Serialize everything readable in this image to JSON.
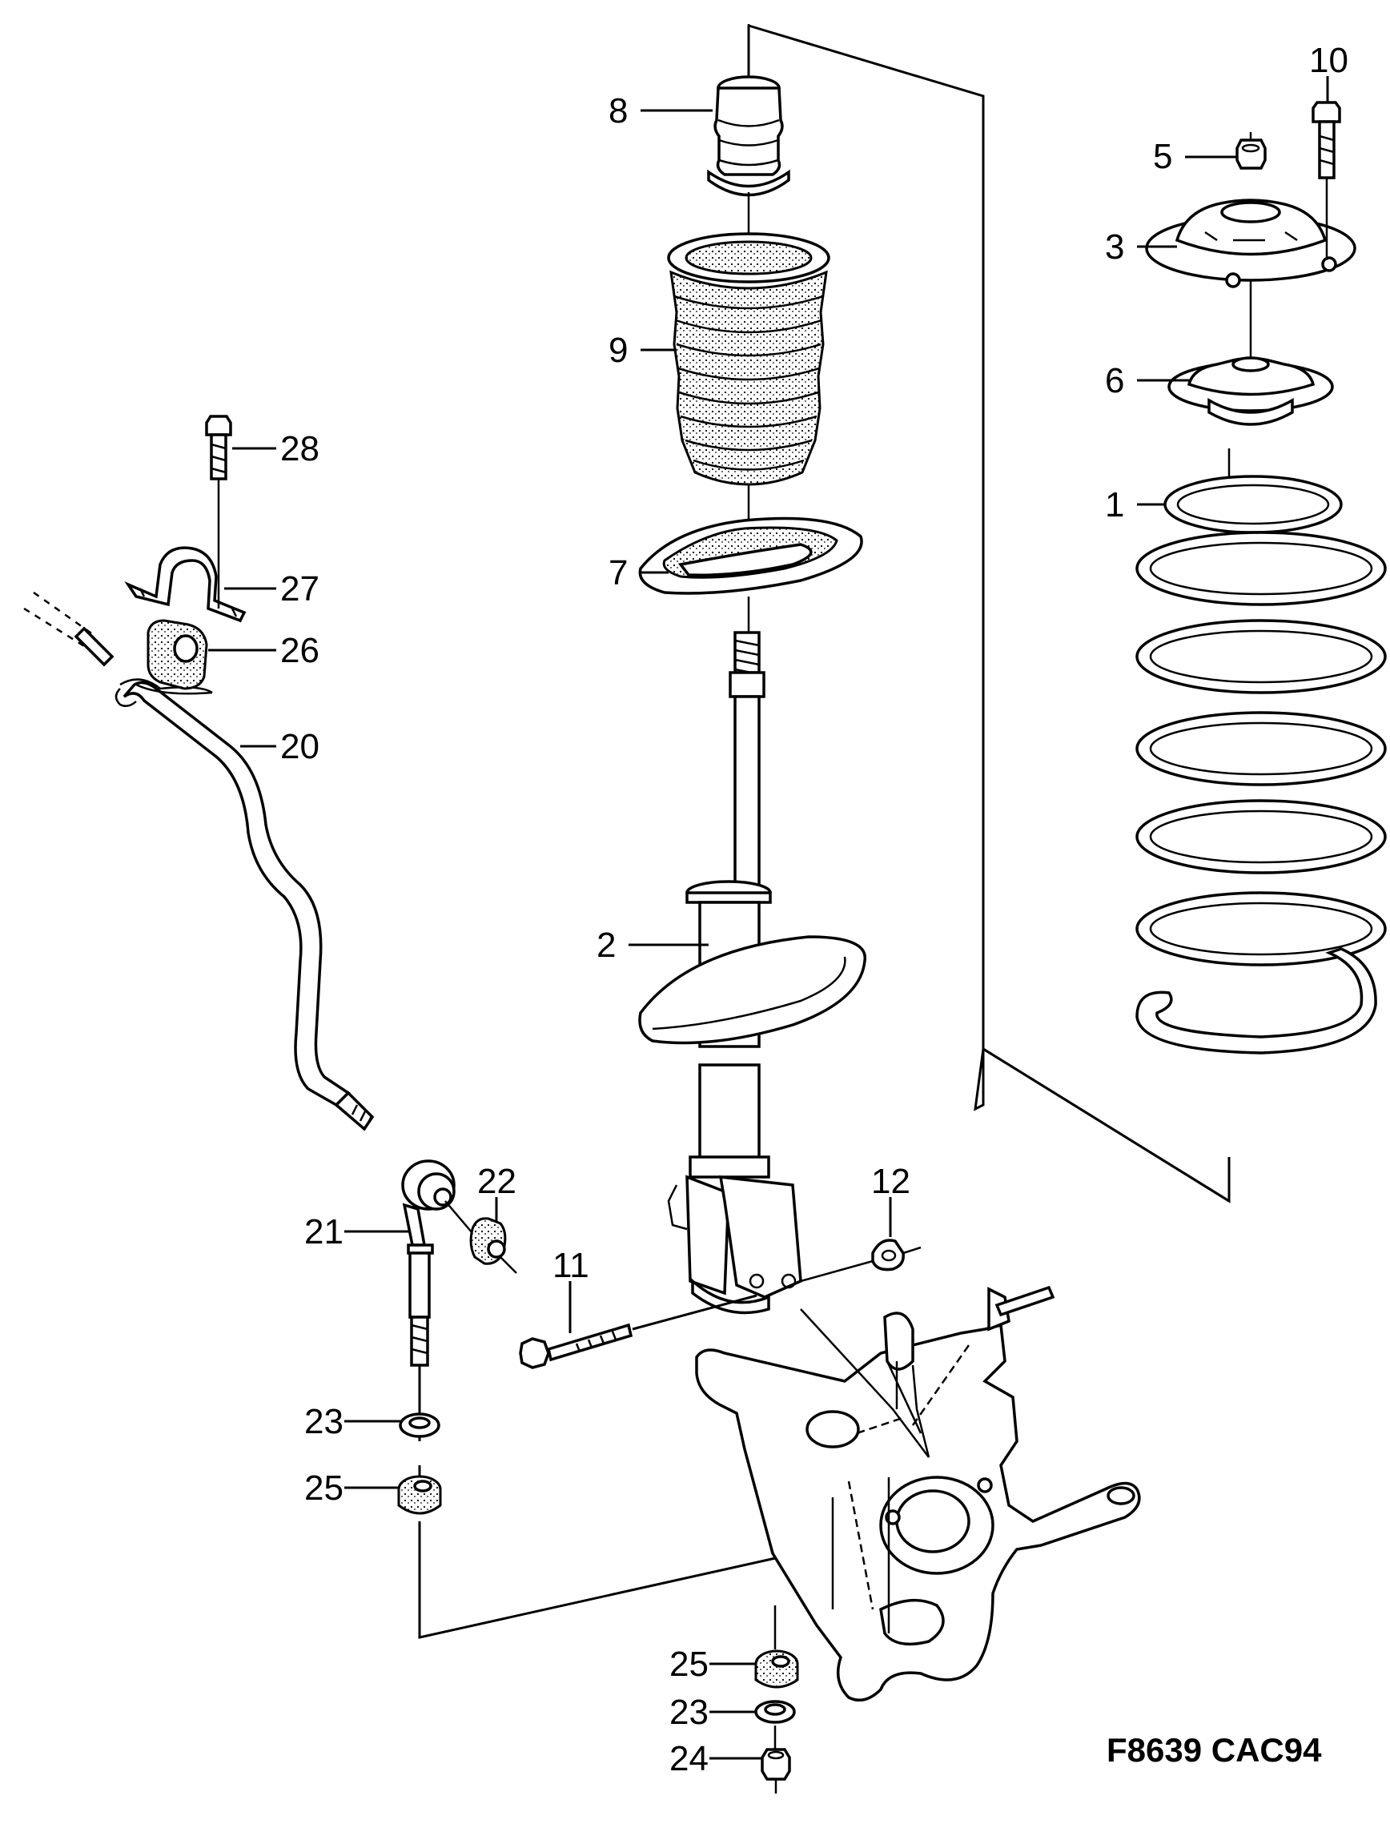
{
  "diagram": {
    "drawing_code": "F8639 CAC94",
    "callouts": [
      {
        "id": "c1",
        "label": "1"
      },
      {
        "id": "c2",
        "label": "2"
      },
      {
        "id": "c3",
        "label": "3"
      },
      {
        "id": "c5",
        "label": "5"
      },
      {
        "id": "c6",
        "label": "6"
      },
      {
        "id": "c7",
        "label": "7"
      },
      {
        "id": "c8",
        "label": "8"
      },
      {
        "id": "c9",
        "label": "9"
      },
      {
        "id": "c10",
        "label": "10"
      },
      {
        "id": "c11",
        "label": "11"
      },
      {
        "id": "c12",
        "label": "12"
      },
      {
        "id": "c20",
        "label": "20"
      },
      {
        "id": "c21",
        "label": "21"
      },
      {
        "id": "c22",
        "label": "22"
      },
      {
        "id": "c23a",
        "label": "23"
      },
      {
        "id": "c23b",
        "label": "23"
      },
      {
        "id": "c24",
        "label": "24"
      },
      {
        "id": "c25a",
        "label": "25"
      },
      {
        "id": "c25b",
        "label": "25"
      },
      {
        "id": "c26",
        "label": "26"
      },
      {
        "id": "c27",
        "label": "27"
      },
      {
        "id": "c28",
        "label": "28"
      }
    ]
  }
}
